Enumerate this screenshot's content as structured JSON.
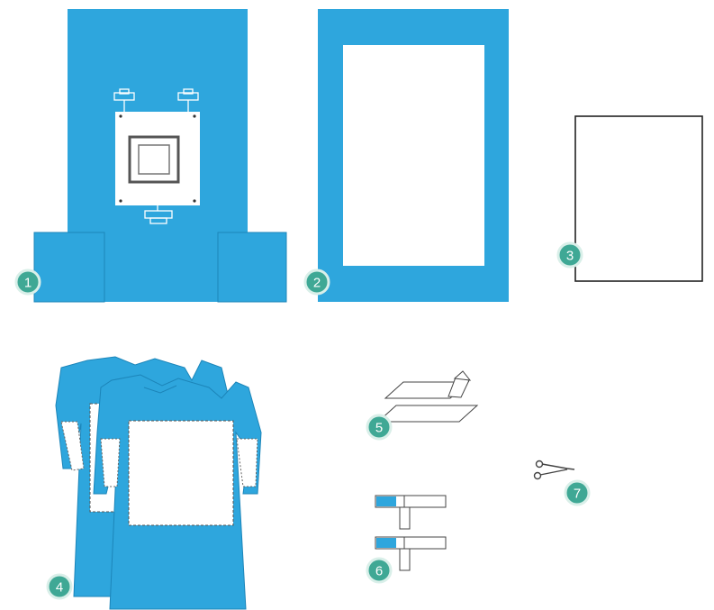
{
  "colors": {
    "drape_blue": "#2ea6dd",
    "badge_fill": "#3fa895",
    "badge_ring": "#d9efe9",
    "outline": "#333333",
    "white": "#ffffff"
  },
  "items": [
    {
      "number": "1",
      "icon": "drape-with-fenestration-and-side-pockets-icon"
    },
    {
      "number": "2",
      "icon": "frame-drape-icon"
    },
    {
      "number": "3",
      "icon": "white-sheet-icon"
    },
    {
      "number": "4",
      "icon": "surgical-gowns-icon"
    },
    {
      "number": "5",
      "icon": "adhesive-tape-strips-icon"
    },
    {
      "number": "6",
      "icon": "tube-holder-tabs-icon"
    },
    {
      "number": "7",
      "icon": "clip-icon"
    }
  ]
}
